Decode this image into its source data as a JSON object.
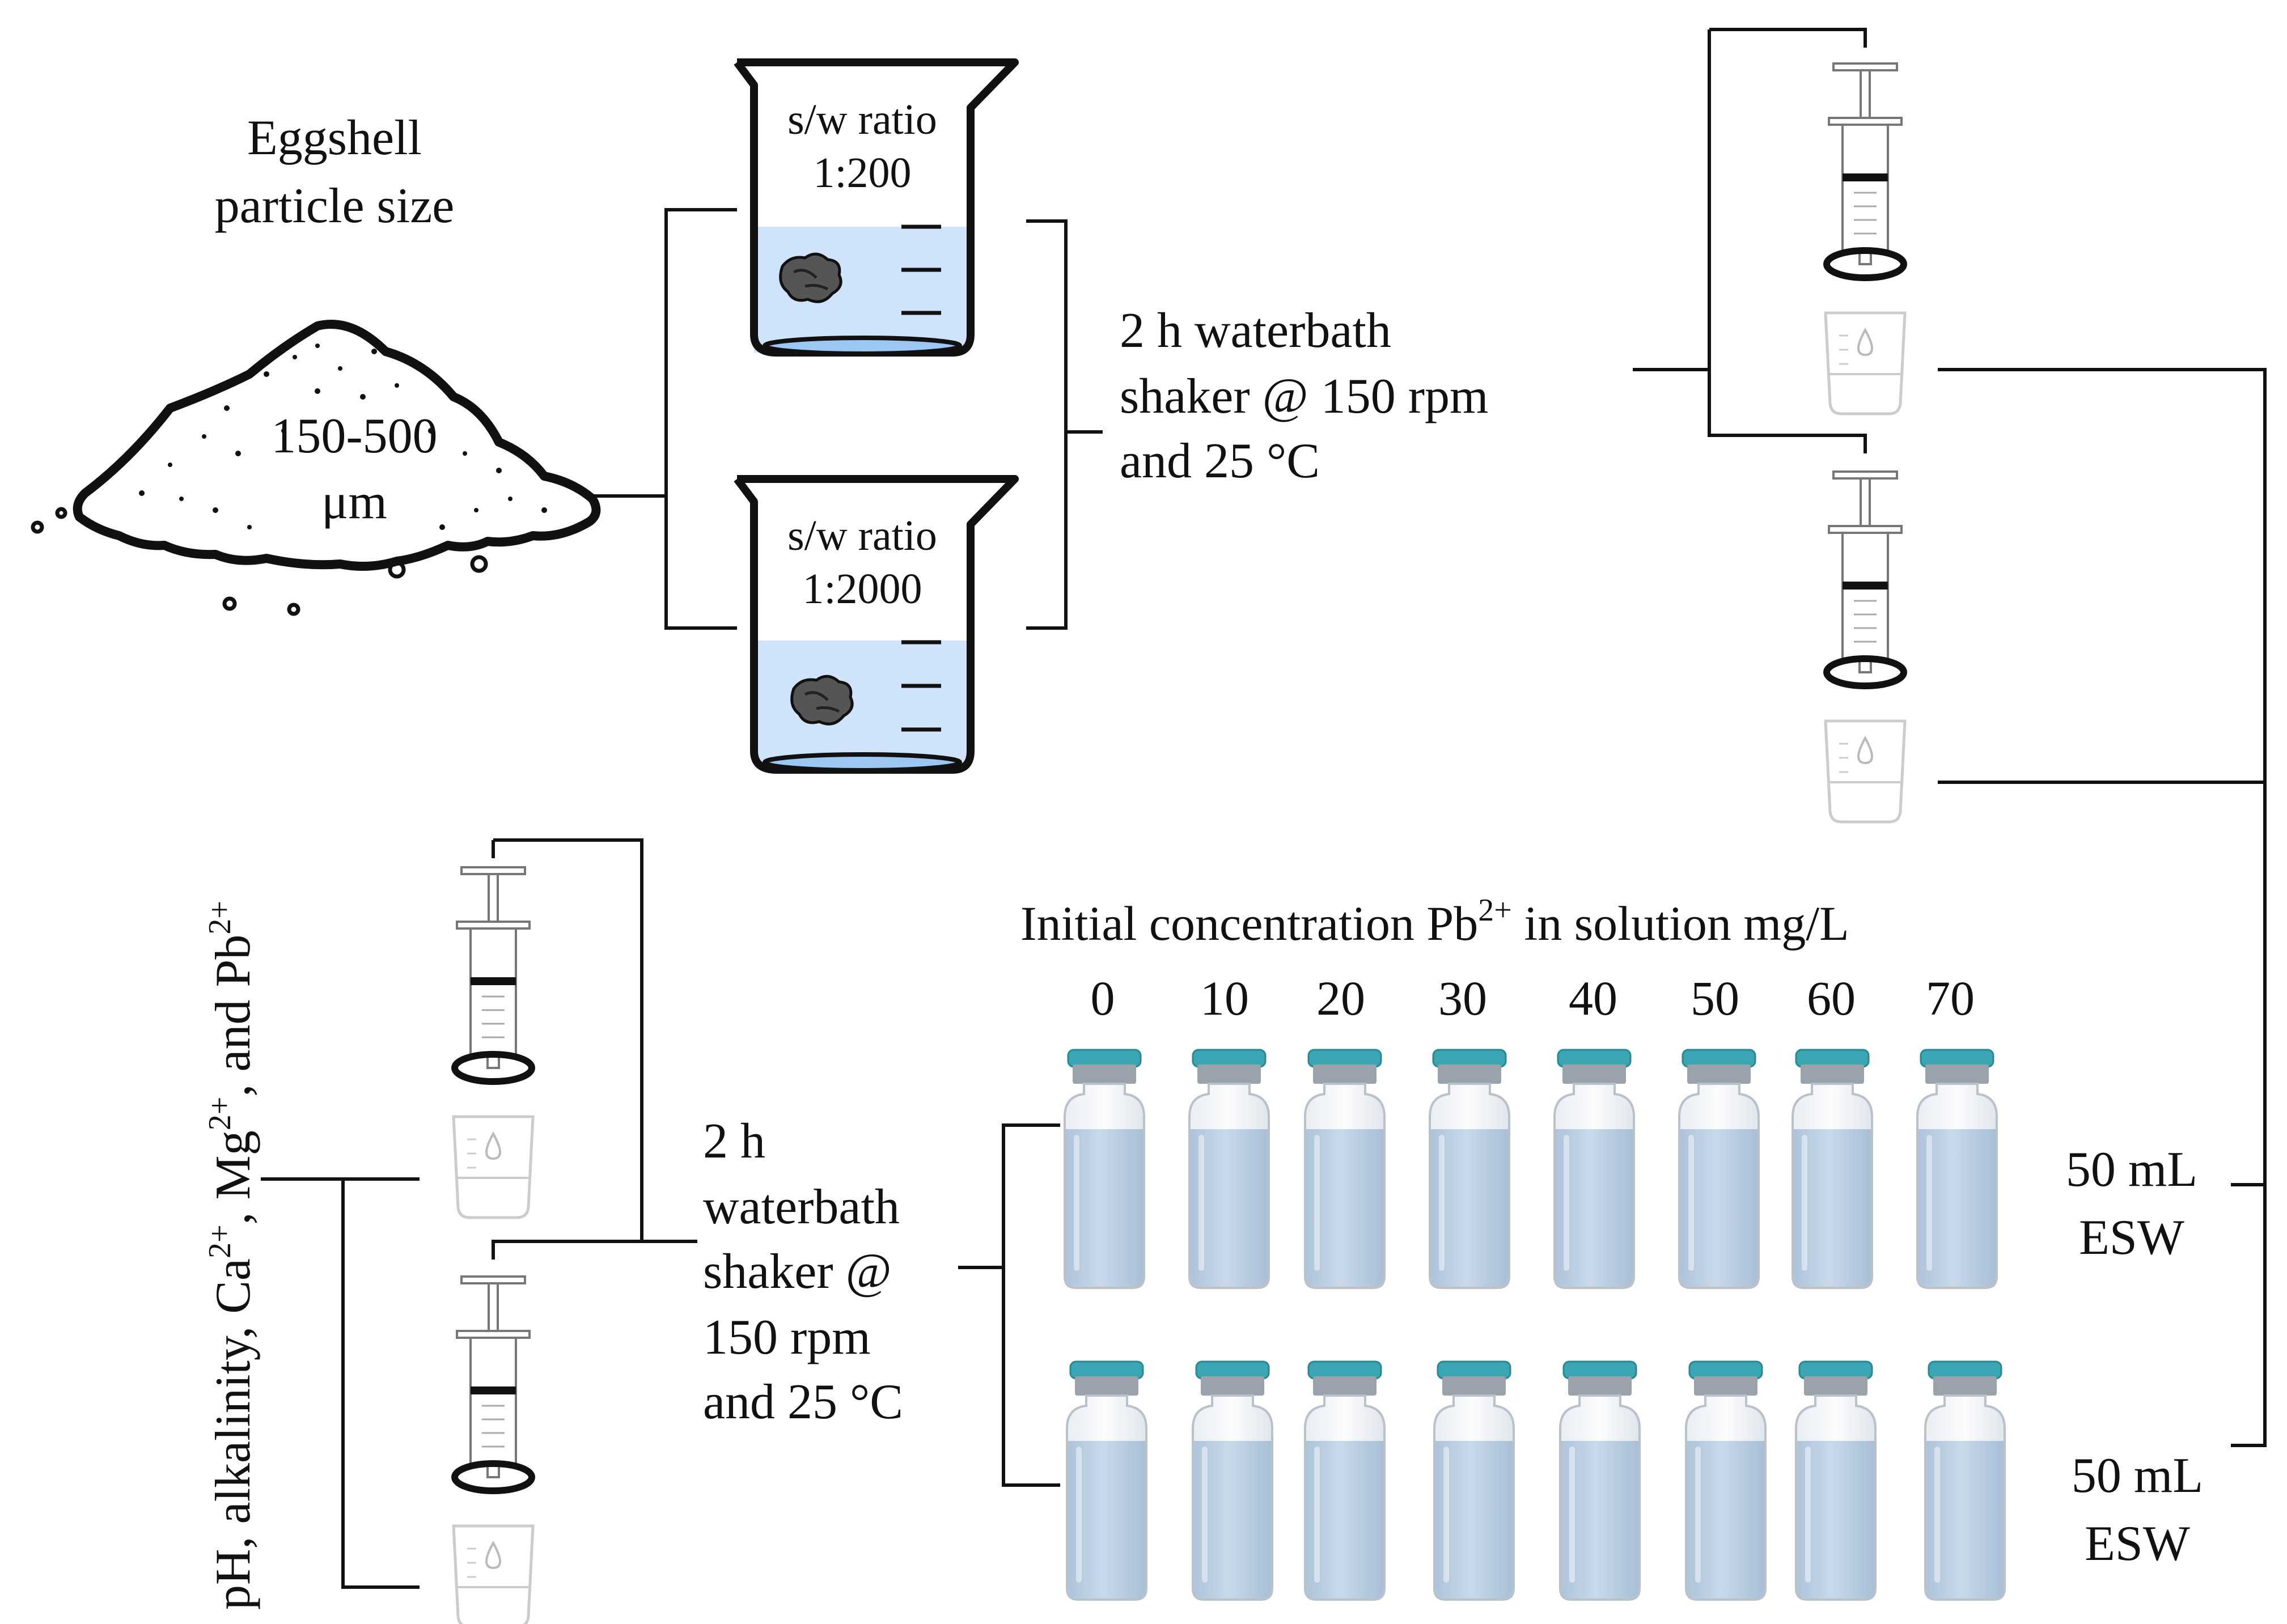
{
  "eggshell": {
    "title_line1": "Eggshell",
    "title_line2": "particle size",
    "size_line1": "150-500",
    "size_line2": "μm"
  },
  "beakers": [
    {
      "ratio_line1": "s/w ratio",
      "ratio_line2": "1:200"
    },
    {
      "ratio_line1": "s/w ratio",
      "ratio_line2": "1:2000"
    }
  ],
  "shaker_top": {
    "line1": "2 h waterbath",
    "line2": "shaker @ 150 rpm",
    "line3": "and 25 °C"
  },
  "shaker_bottom": {
    "line1": "2 h",
    "line2": "waterbath",
    "line3": "shaker @",
    "line4": "150 rpm",
    "line5": "and 25 °C"
  },
  "vials": {
    "heading_pre": "Initial concentration Pb",
    "heading_sup": "2+",
    "heading_post": " in solution mg/L",
    "concentrations": [
      "0",
      "10",
      "20",
      "30",
      "40",
      "50",
      "60",
      "70"
    ],
    "row_labels": [
      {
        "line1": "50 mL",
        "line2": "ESW"
      },
      {
        "line1": "50 mL",
        "line2": "ESW"
      }
    ]
  },
  "analysis": {
    "p1": "pH, alkalinity, Ca",
    "s1": "2+",
    "p2": ", Mg",
    "s2": "2+",
    "p3": ", and Pb",
    "s3": "2+"
  },
  "colors": {
    "water": "#cfe4fb",
    "vial_liquid": "#b9cde2",
    "vial_cap": "#3aa6b4",
    "vial_neck": "#9aa3ab",
    "ink": "#111111"
  }
}
